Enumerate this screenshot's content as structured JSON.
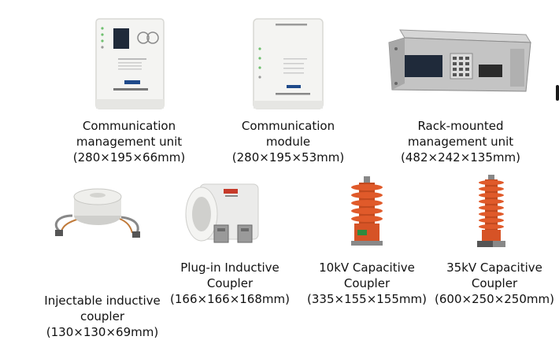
{
  "products": [
    {
      "id": "cmu",
      "lines": [
        "Communication",
        "management unit",
        "(280×195×66mm)"
      ]
    },
    {
      "id": "cm",
      "lines": [
        "Communication",
        "module",
        "(280×195×53mm)"
      ]
    },
    {
      "id": "rack",
      "lines": [
        "Rack-mounted",
        "management unit",
        "(482×242×135mm)"
      ]
    },
    {
      "id": "inj",
      "lines": [
        "Injectable inductive",
        "coupler",
        "(130×130×69mm)"
      ]
    },
    {
      "id": "plug",
      "lines": [
        "Plug-in Inductive",
        "Coupler",
        "(166×166×168mm)"
      ]
    },
    {
      "id": "cap10",
      "lines": [
        "10kV Capacitive",
        "Coupler",
        "(335×155×155mm)"
      ]
    },
    {
      "id": "cap35",
      "lines": [
        "35kV Capacitive",
        "Coupler",
        "(600×250×250mm)"
      ]
    }
  ],
  "colors": {
    "device_body": "#f4f4f2",
    "device_edge": "#d8d8d4",
    "screen": "#1f2a3a",
    "rack_metal": "#bcbcbc",
    "insulator_orange": "#e05a2a",
    "insulator_dark": "#b8431c",
    "coupler_white": "#ebebea",
    "metal_grey": "#9a9a9a"
  }
}
